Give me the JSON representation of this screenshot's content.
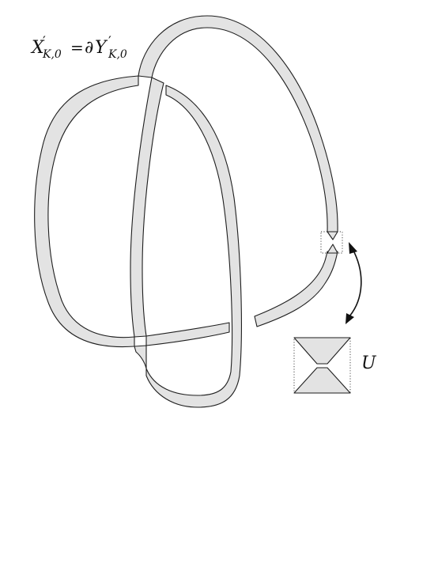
{
  "labels": {
    "lhs_main": "X",
    "lhs_sub": "K,0",
    "prime": "′",
    "equals": "=",
    "partial": "∂",
    "rhs_main": "Y",
    "rhs_sub": "K,0",
    "inset": "U"
  },
  "colors": {
    "band_fill": "#e3e3e3",
    "stroke": "#1e1e1e"
  }
}
